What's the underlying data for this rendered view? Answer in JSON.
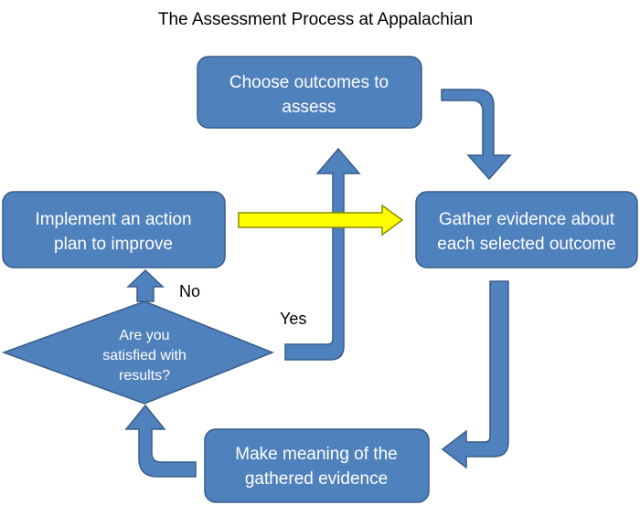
{
  "title": "The Assessment Process at Appalachian",
  "colors": {
    "node_fill": "#4F81BD",
    "node_stroke": "#385D8A",
    "highlight_arrow": "#FFFF00",
    "highlight_stroke": "#8A8A00",
    "node_text": "#FFFFFF"
  },
  "nodes": {
    "choose": {
      "lines": [
        "Choose outcomes to",
        "assess"
      ]
    },
    "gather": {
      "lines": [
        "Gather evidence about",
        "each selected outcome"
      ]
    },
    "meaning": {
      "lines": [
        "Make meaning of the",
        "gathered evidence"
      ]
    },
    "decision": {
      "lines": [
        "Are you",
        "satisfied with",
        "results?"
      ]
    },
    "implement": {
      "lines": [
        "Implement an action",
        "plan to improve"
      ]
    }
  },
  "edge_labels": {
    "yes": "Yes",
    "no": "No"
  }
}
